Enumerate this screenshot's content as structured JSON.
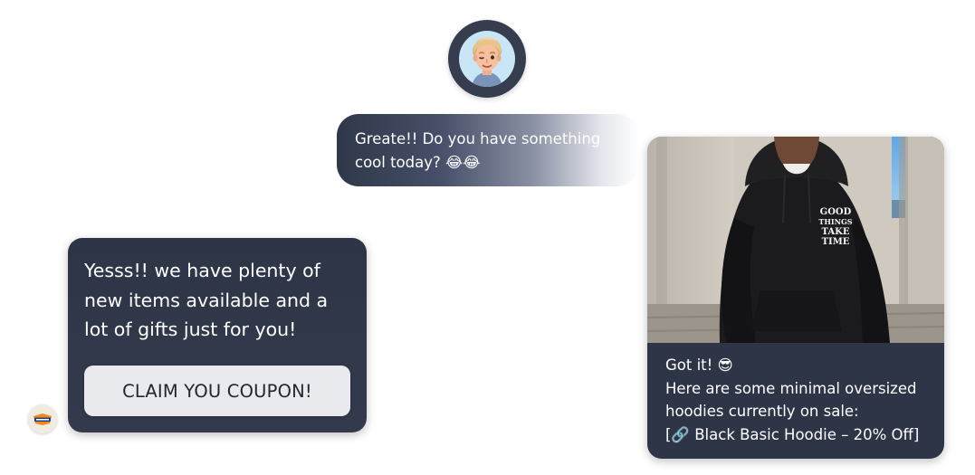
{
  "conversation": {
    "user_message": {
      "line1": "Greate!! Do you have something",
      "line2": "cool today? 😂😂"
    },
    "bot_message": {
      "line1": "Yesss!! we have plenty of",
      "line2": "new items available and a",
      "line3": "lot of gifts just for you!",
      "button_label": "CLAIM YOU COUPON!"
    },
    "product_reply": {
      "line1": "Got it! 😎",
      "line2": "Here are some minimal oversized",
      "line3": "hoodies currently on sale:",
      "line4": "[🔗 Black Basic Hoodie – 20% Off]",
      "hoodie_print": [
        "GOOD",
        "THINGS",
        "TAKE",
        "TIME"
      ]
    }
  },
  "colors": {
    "bubble_dark": "#2f3749",
    "button_bg": "#e9eaee",
    "avatar_ring": "#353d4f",
    "avatar_bg": "#c9e6f7"
  },
  "icons": {
    "user_avatar": "memoji-avatar-icon",
    "bot_logo": "brand-logo-icon",
    "link": "link-icon"
  }
}
